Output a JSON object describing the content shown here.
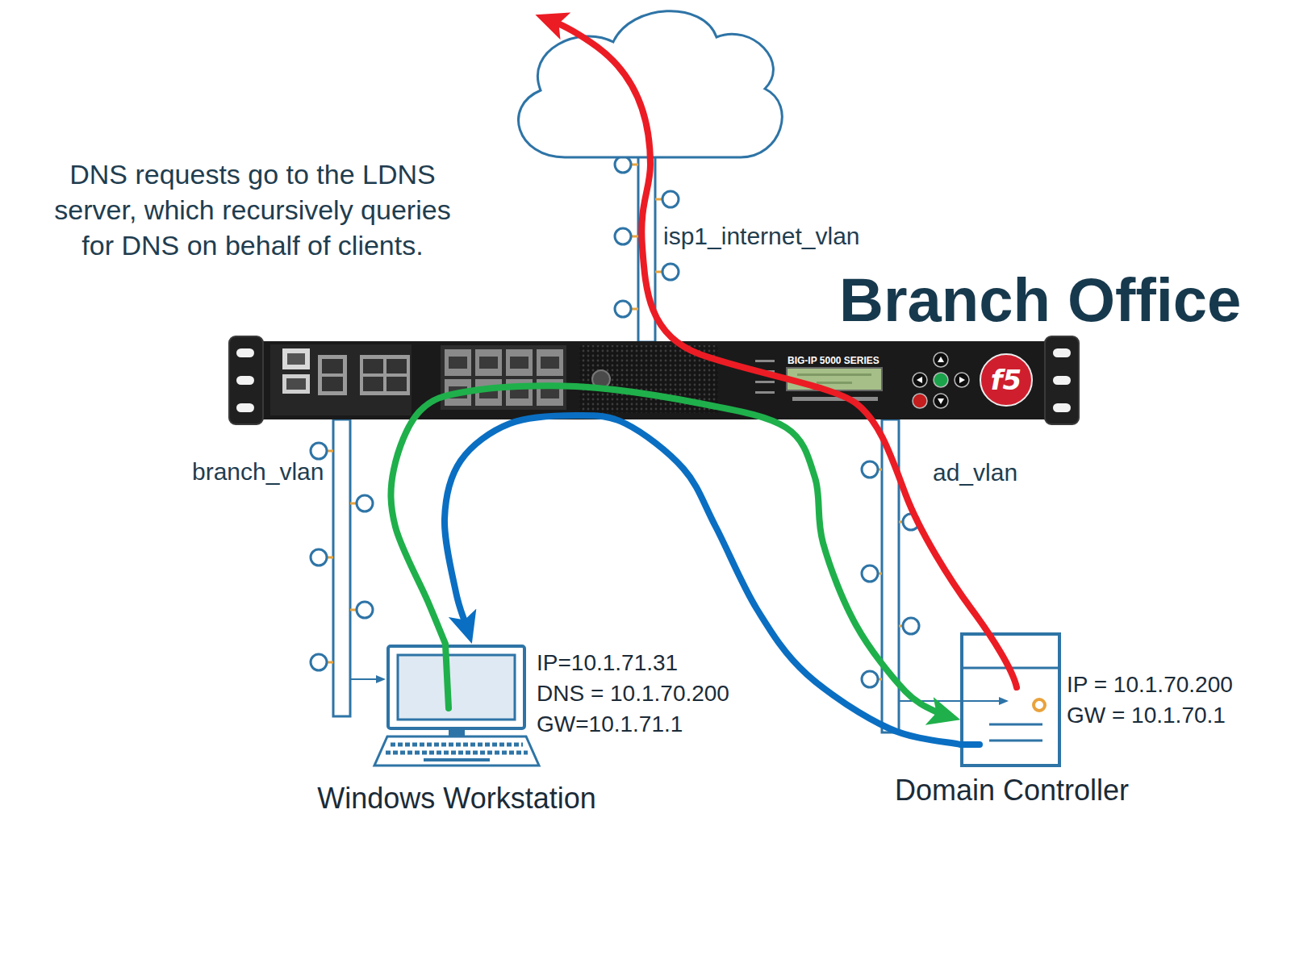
{
  "diagram": {
    "nodes": [
      {
        "text": [
          "Branch Office"
        ]
      },
      {
        "text": [
          "Windows Workstation",
          "IP=10.1.71.31",
          "DNS = 10.1.70.200",
          "GW=10.1.71.1"
        ],
        "in": 0
      },
      {
        "text": [
          "Domain Controller",
          "IP = 10.1.70.200",
          "GW = 10.1.70.1"
        ],
        "in": 0
      }
    ],
    "edges": [
      {
        "from": 1,
        "to": 2,
        "arrow": "to"
      },
      {
        "from": 2,
        "to": 1,
        "arrow": "to"
      }
    ],
    "labels": [
      "DNS requests go to the LDNS server, which recursively queries for DNS on behalf of clients.",
      "isp1_internet_vlan",
      "BIG-IP 5000 SERIES",
      "f5",
      "branch_vlan",
      "ad_vlan"
    ]
  }
}
